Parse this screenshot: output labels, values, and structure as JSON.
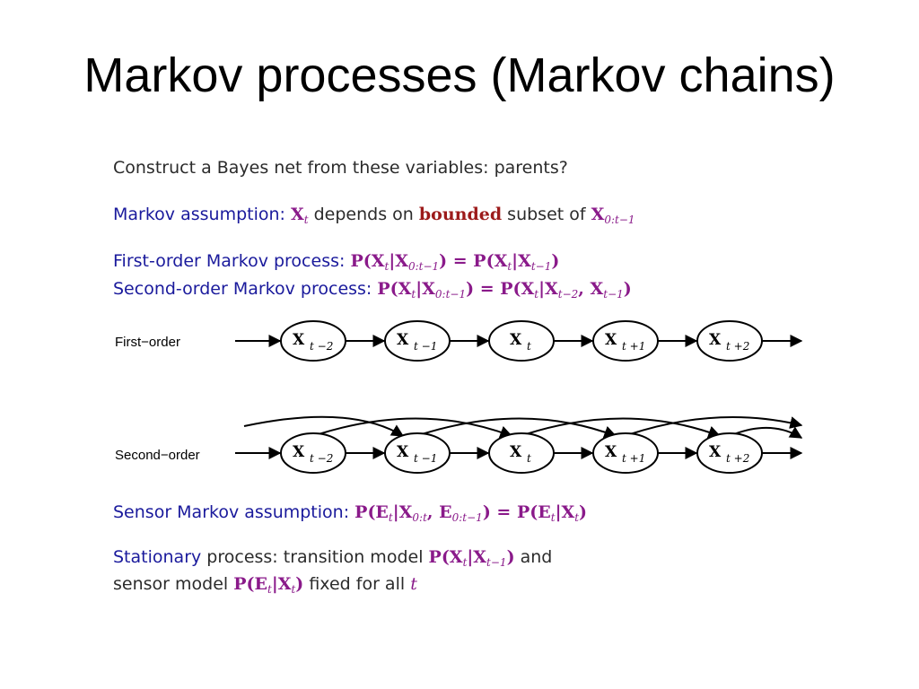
{
  "title": "Markov processes (Markov chains)",
  "construct": "Construct a Bayes net from these variables:  parents?",
  "markov_assumption": {
    "label": "Markov assumption:",
    "var": "X",
    "var_sub": "t",
    "depends": "depends on",
    "bounded": "bounded",
    "subset": "subset of",
    "set": "X",
    "set_sub": "0:t−1"
  },
  "first_order_process": {
    "label": "First-order Markov process:",
    "formula": "P(X",
    "sub1": "t",
    "mid1": "|X",
    "sub2": "0:t−1",
    "mid2": ") = P(X",
    "sub3": "t",
    "mid3": "|X",
    "sub4": "t−1",
    "end": ")"
  },
  "second_order_process": {
    "label": "Second-order Markov process:",
    "formula": "P(X",
    "sub1": "t",
    "mid1": "|X",
    "sub2": "0:t−1",
    "mid2": ") = P(X",
    "sub3": "t",
    "mid3": "|X",
    "sub4": "t−2",
    "mid4": ", X",
    "sub5": "t−1",
    "end": ")"
  },
  "diagram": {
    "first_order_label": "First−order",
    "second_order_label": "Second−order",
    "node_var": "X",
    "node_subs": [
      "t −2",
      "t −1",
      "t",
      "t +1",
      "t +2"
    ]
  },
  "sensor_assumption": {
    "label": "Sensor Markov assumption:",
    "a": "P(E",
    "s1": "t",
    "b": "|X",
    "s2": "0:t",
    "c": ", E",
    "s3": "0:t−1",
    "d": ") = P(E",
    "s4": "t",
    "e": "|X",
    "s5": "t",
    "f": ")"
  },
  "stationary": {
    "label": "Stationary",
    "text1": "process:  transition model",
    "m1a": "P(X",
    "m1s1": "t",
    "m1b": "|X",
    "m1s2": "t−1",
    "m1c": ")",
    "and": "and",
    "text2": "sensor model",
    "m2a": "P(E",
    "m2s1": "t",
    "m2b": "|X",
    "m2s2": "t",
    "m2c": ")",
    "fixed": "fixed for all",
    "t": "t"
  }
}
